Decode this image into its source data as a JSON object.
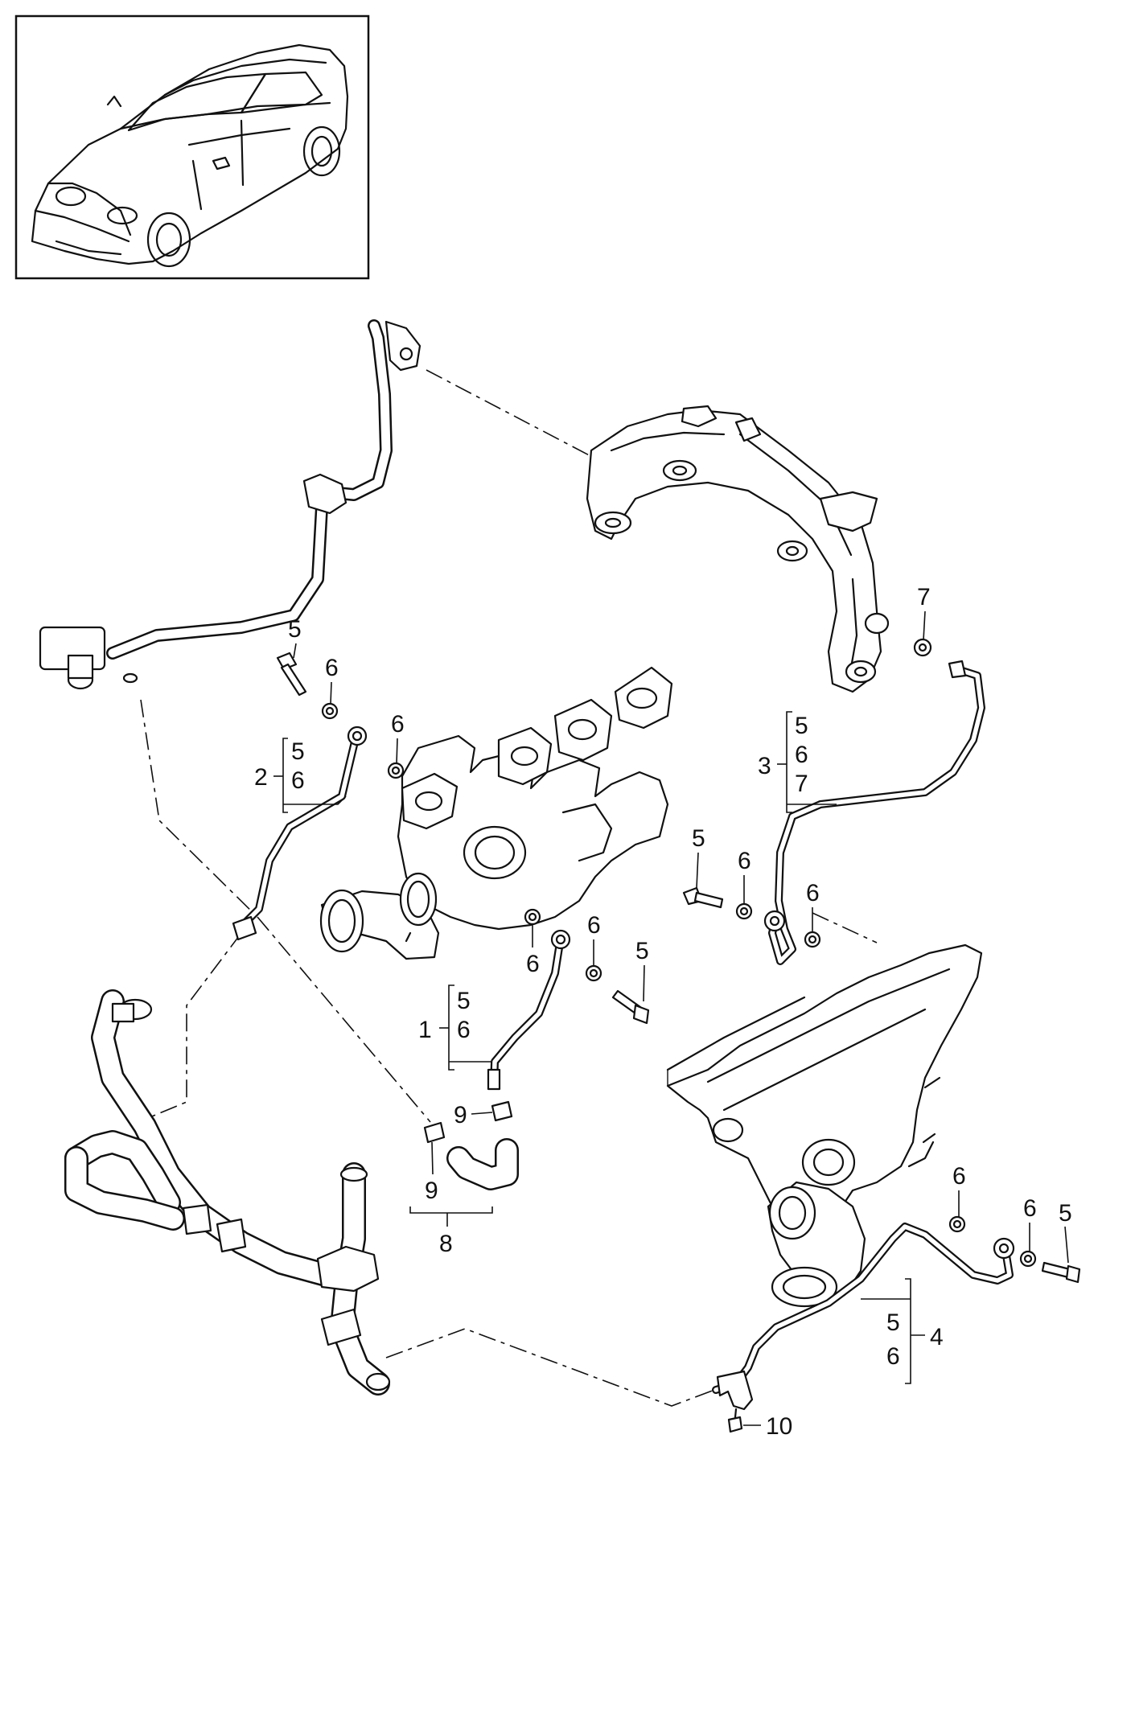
{
  "callouts": [
    {
      "id": "c5a",
      "text": "5"
    },
    {
      "id": "c6a",
      "text": "6"
    },
    {
      "id": "c6b",
      "text": "6"
    },
    {
      "id": "c2",
      "text": "2"
    },
    {
      "id": "c2s5",
      "text": "5"
    },
    {
      "id": "c2s6",
      "text": "6"
    },
    {
      "id": "c7",
      "text": "7"
    },
    {
      "id": "c3",
      "text": "3"
    },
    {
      "id": "c3s5",
      "text": "5"
    },
    {
      "id": "c3s6",
      "text": "6"
    },
    {
      "id": "c3s7",
      "text": "7"
    },
    {
      "id": "c5b",
      "text": "5"
    },
    {
      "id": "c6c",
      "text": "6"
    },
    {
      "id": "c6d",
      "text": "6"
    },
    {
      "id": "c6e",
      "text": "6"
    },
    {
      "id": "c6f",
      "text": "6"
    },
    {
      "id": "c5c",
      "text": "5"
    },
    {
      "id": "c1",
      "text": "1"
    },
    {
      "id": "c1s5",
      "text": "5"
    },
    {
      "id": "c1s6",
      "text": "6"
    },
    {
      "id": "c9a",
      "text": "9"
    },
    {
      "id": "c9b",
      "text": "9"
    },
    {
      "id": "c8",
      "text": "8"
    },
    {
      "id": "c6g",
      "text": "6"
    },
    {
      "id": "c6h",
      "text": "6"
    },
    {
      "id": "c5d",
      "text": "5"
    },
    {
      "id": "c4",
      "text": "4"
    },
    {
      "id": "c4s5",
      "text": "5"
    },
    {
      "id": "c4s6",
      "text": "6"
    },
    {
      "id": "c10",
      "text": "10"
    }
  ]
}
